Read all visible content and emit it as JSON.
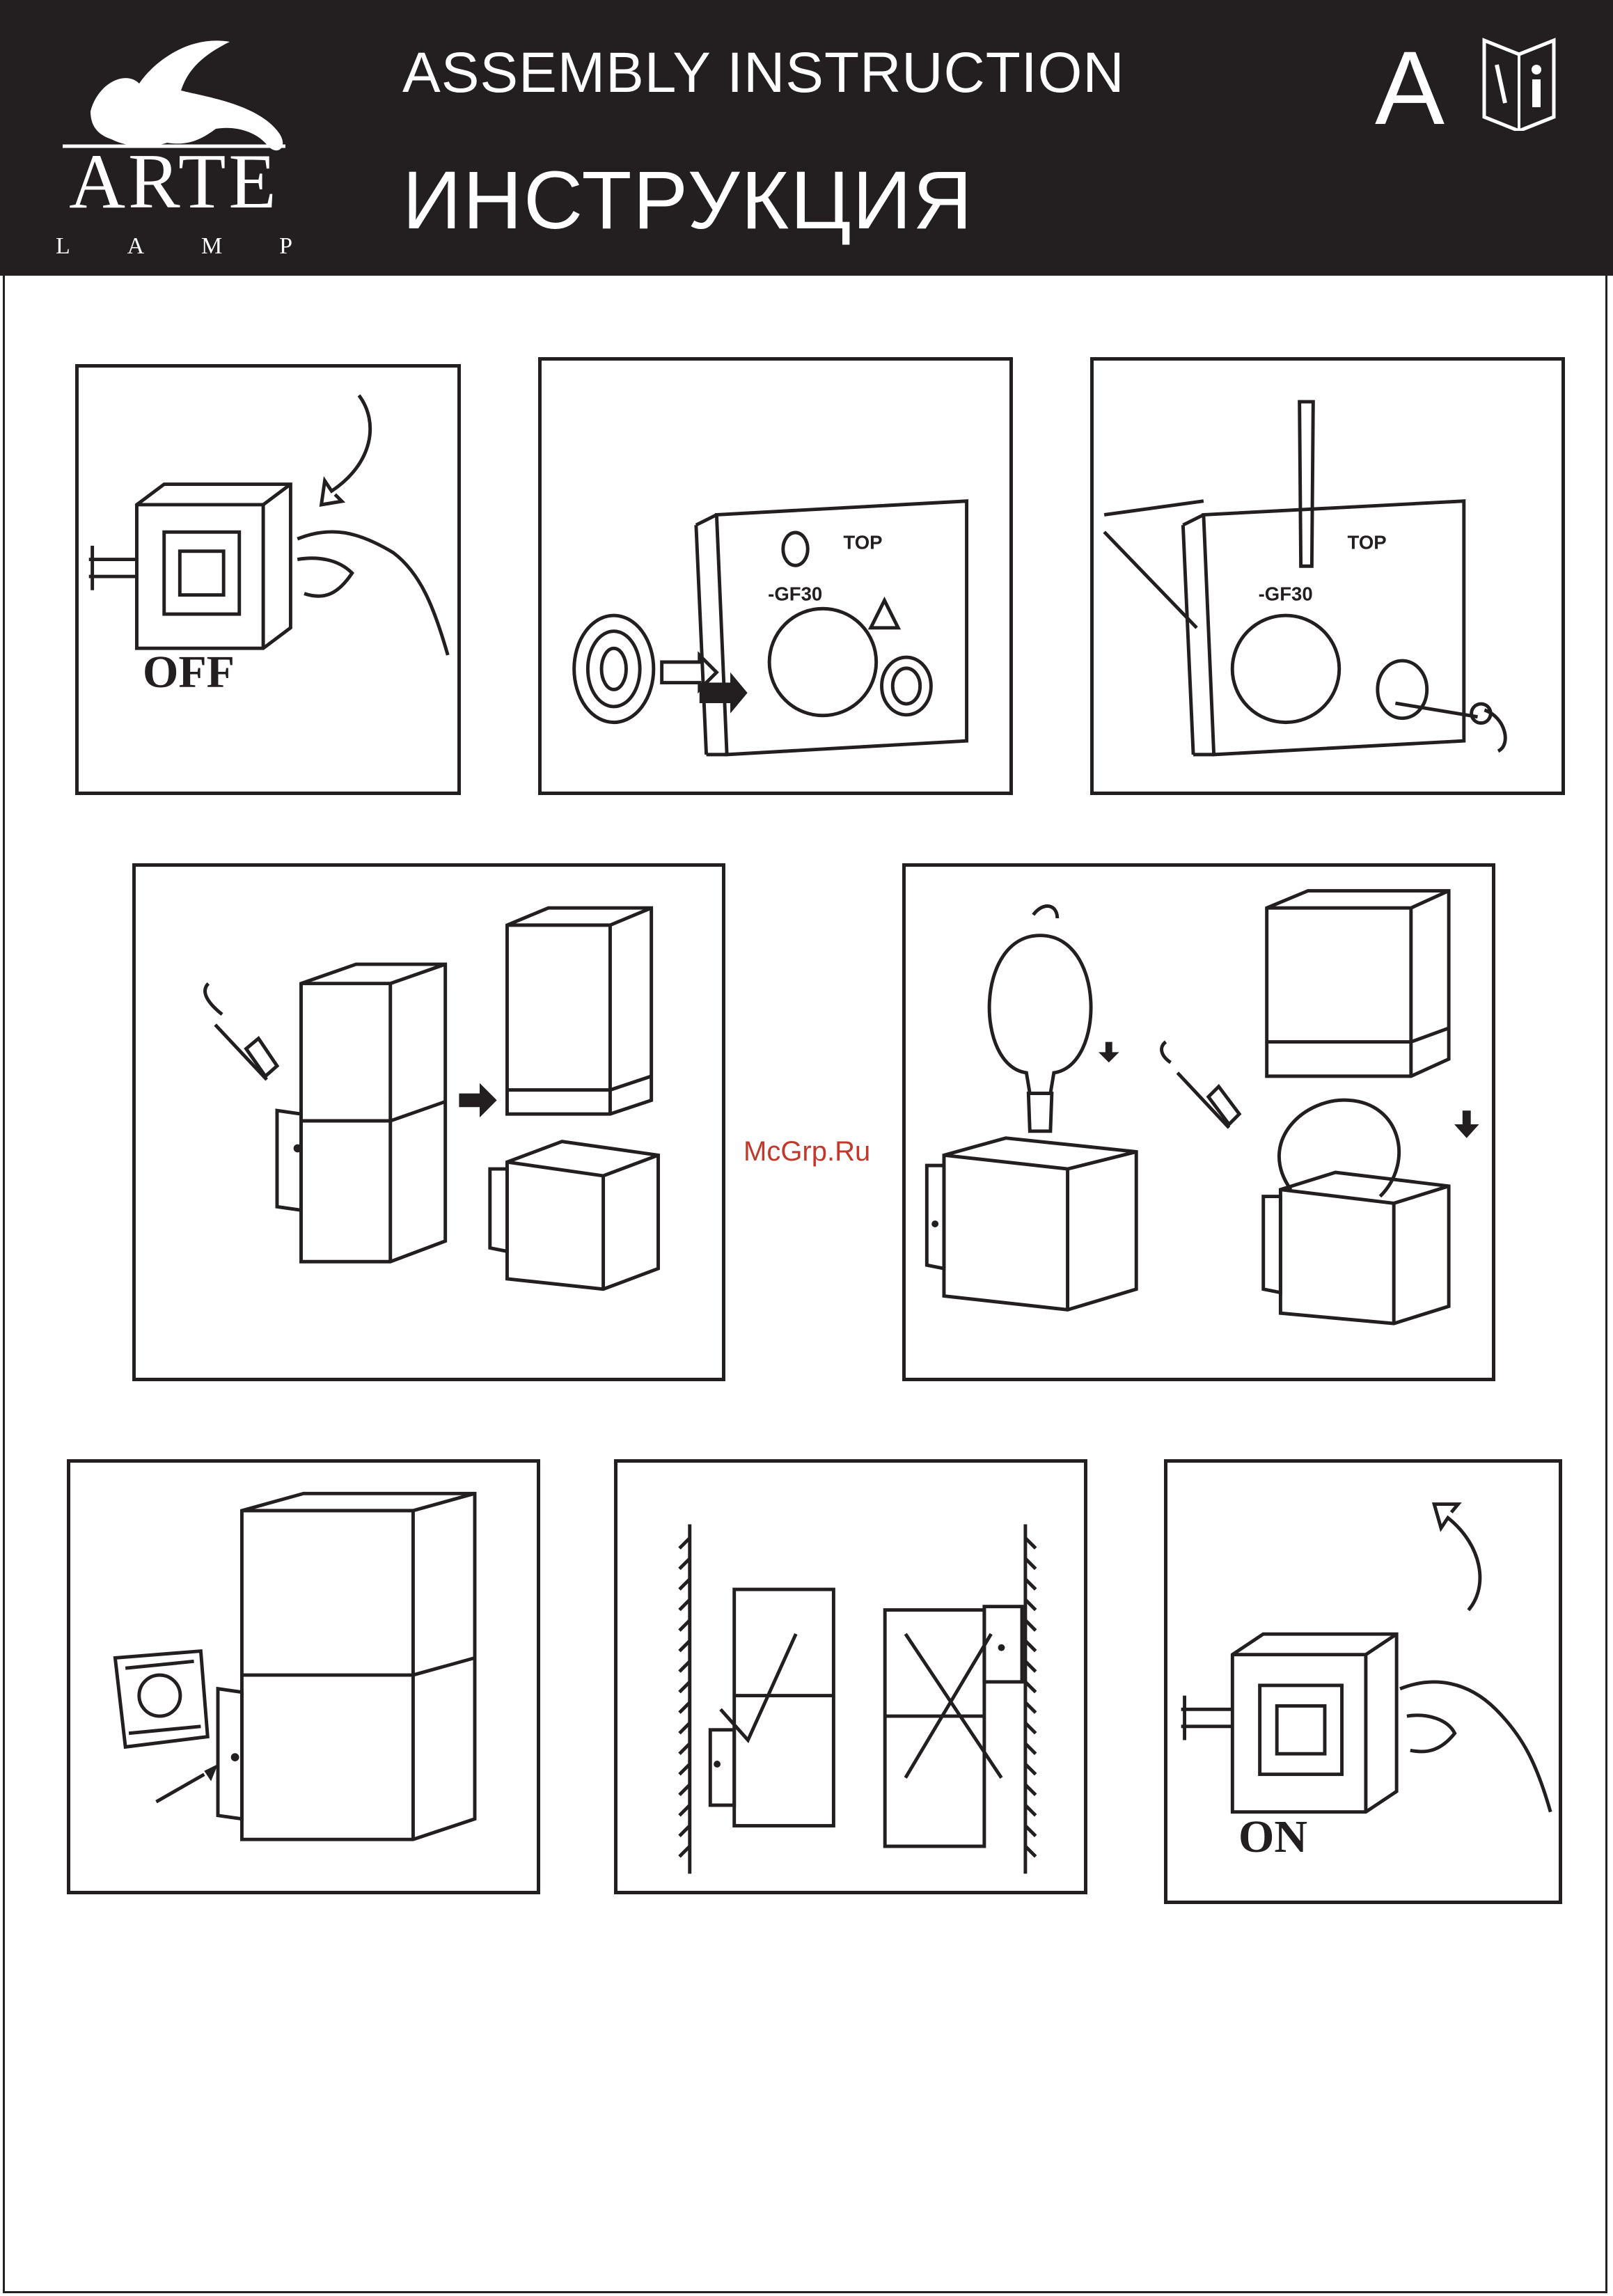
{
  "header": {
    "brand": "ARTE",
    "brand_sub": [
      "L",
      "A",
      "M",
      "P"
    ],
    "title_en": "ASSEMBLY  INSTRUCTION",
    "title_ru": "ИНСТРУКЦИЯ",
    "letter": "A"
  },
  "panels": {
    "off_label": "OFF",
    "on_label": "ON",
    "box_text_1": "-GF30",
    "box_text_2": "TOP"
  },
  "watermark": "McGrp.Ru",
  "colors": {
    "ink": "#231f20",
    "header_bg": "#231f20",
    "watermark": "#c0392b"
  }
}
